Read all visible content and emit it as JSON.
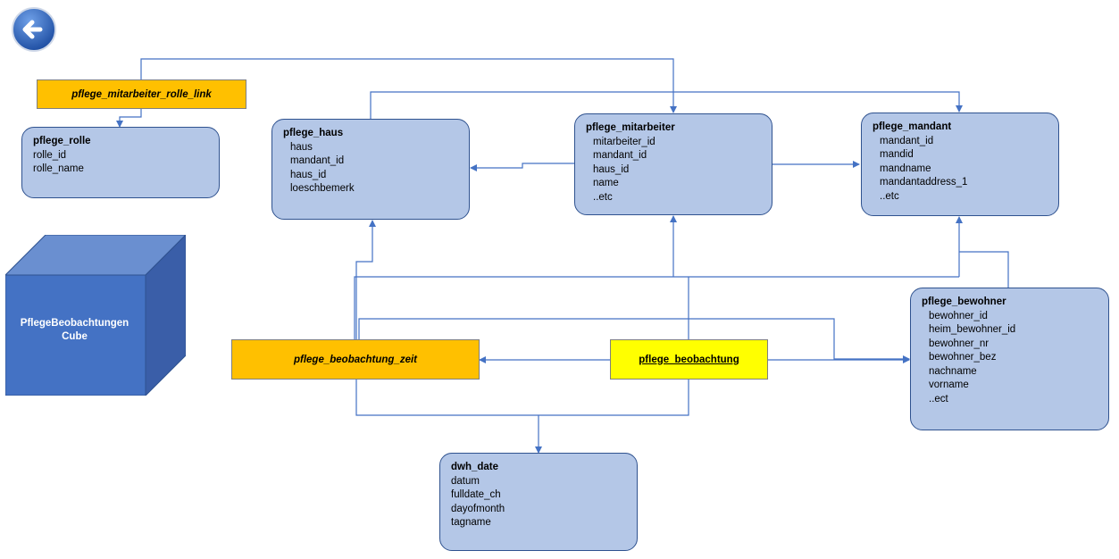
{
  "cube": {
    "label_line1": "PflegeBeobachtungen",
    "label_line2": "Cube"
  },
  "links": {
    "mitarbeiter_rolle_link": "pflege_mitarbeiter_rolle_link",
    "beobachtung_zeit": "pflege_beobachtung_zeit",
    "beobachtung": "pflege_beobachtung"
  },
  "entities": {
    "rolle": {
      "title": "pflege_rolle",
      "fields": [
        "rolle_id",
        "rolle_name"
      ]
    },
    "haus": {
      "title": "pflege_haus",
      "fields": [
        "haus",
        "mandant_id",
        "haus_id",
        "loeschbemerk"
      ]
    },
    "mitarbeiter": {
      "title": "pflege_mitarbeiter",
      "fields": [
        "mitarbeiter_id",
        "mandant_id",
        "haus_id",
        "name",
        "..etc"
      ]
    },
    "mandant": {
      "title": "pflege_mandant",
      "fields": [
        "mandant_id",
        "mandid",
        "mandname",
        "mandantaddress_1",
        "..etc"
      ]
    },
    "bewohner": {
      "title": "pflege_bewohner",
      "fields": [
        "bewohner_id",
        "heim_bewohner_id",
        "bewohner_nr",
        "bewohner_bez",
        "nachname",
        "vorname",
        "..ect"
      ]
    },
    "date": {
      "title": "dwh_date",
      "fields": [
        "datum",
        "fulldate_ch",
        "dayofmonth",
        "tagname"
      ]
    }
  },
  "colors": {
    "entity_fill": "#b4c7e7",
    "line": "#4472c4",
    "link_table": "#ffc000",
    "fact_table": "#ffff00",
    "cube": "#4472c4"
  },
  "icons": {
    "back": "arrow-left-icon"
  }
}
